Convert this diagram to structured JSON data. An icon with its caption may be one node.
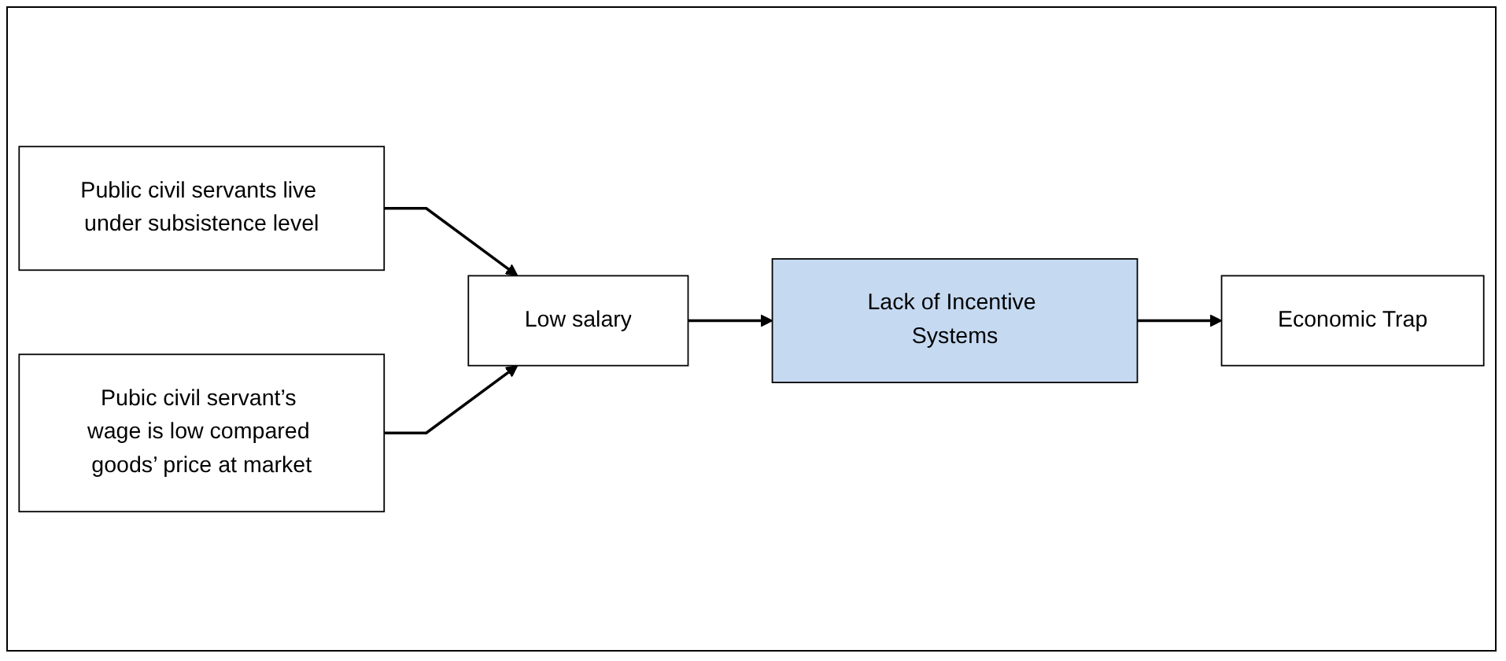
{
  "diagram": {
    "nodes": [
      {
        "text": [
          "Public civil servants live under subsistence level"
        ]
      },
      {
        "text": [
          "Pubic civil servant’s wage is low compared goods’ price at market"
        ]
      },
      {
        "text": [
          "Low salary"
        ]
      },
      {
        "text": [
          "Lack of Incentive Systems"
        ]
      },
      {
        "text": [
          "Economic Trap"
        ]
      }
    ],
    "edges": [
      {
        "from": 0,
        "to": 2,
        "arrow": "to"
      },
      {
        "from": 1,
        "to": 2,
        "arrow": "to"
      },
      {
        "from": 2,
        "to": 3,
        "arrow": "to"
      },
      {
        "from": 3,
        "to": 4,
        "arrow": "to"
      }
    ]
  }
}
